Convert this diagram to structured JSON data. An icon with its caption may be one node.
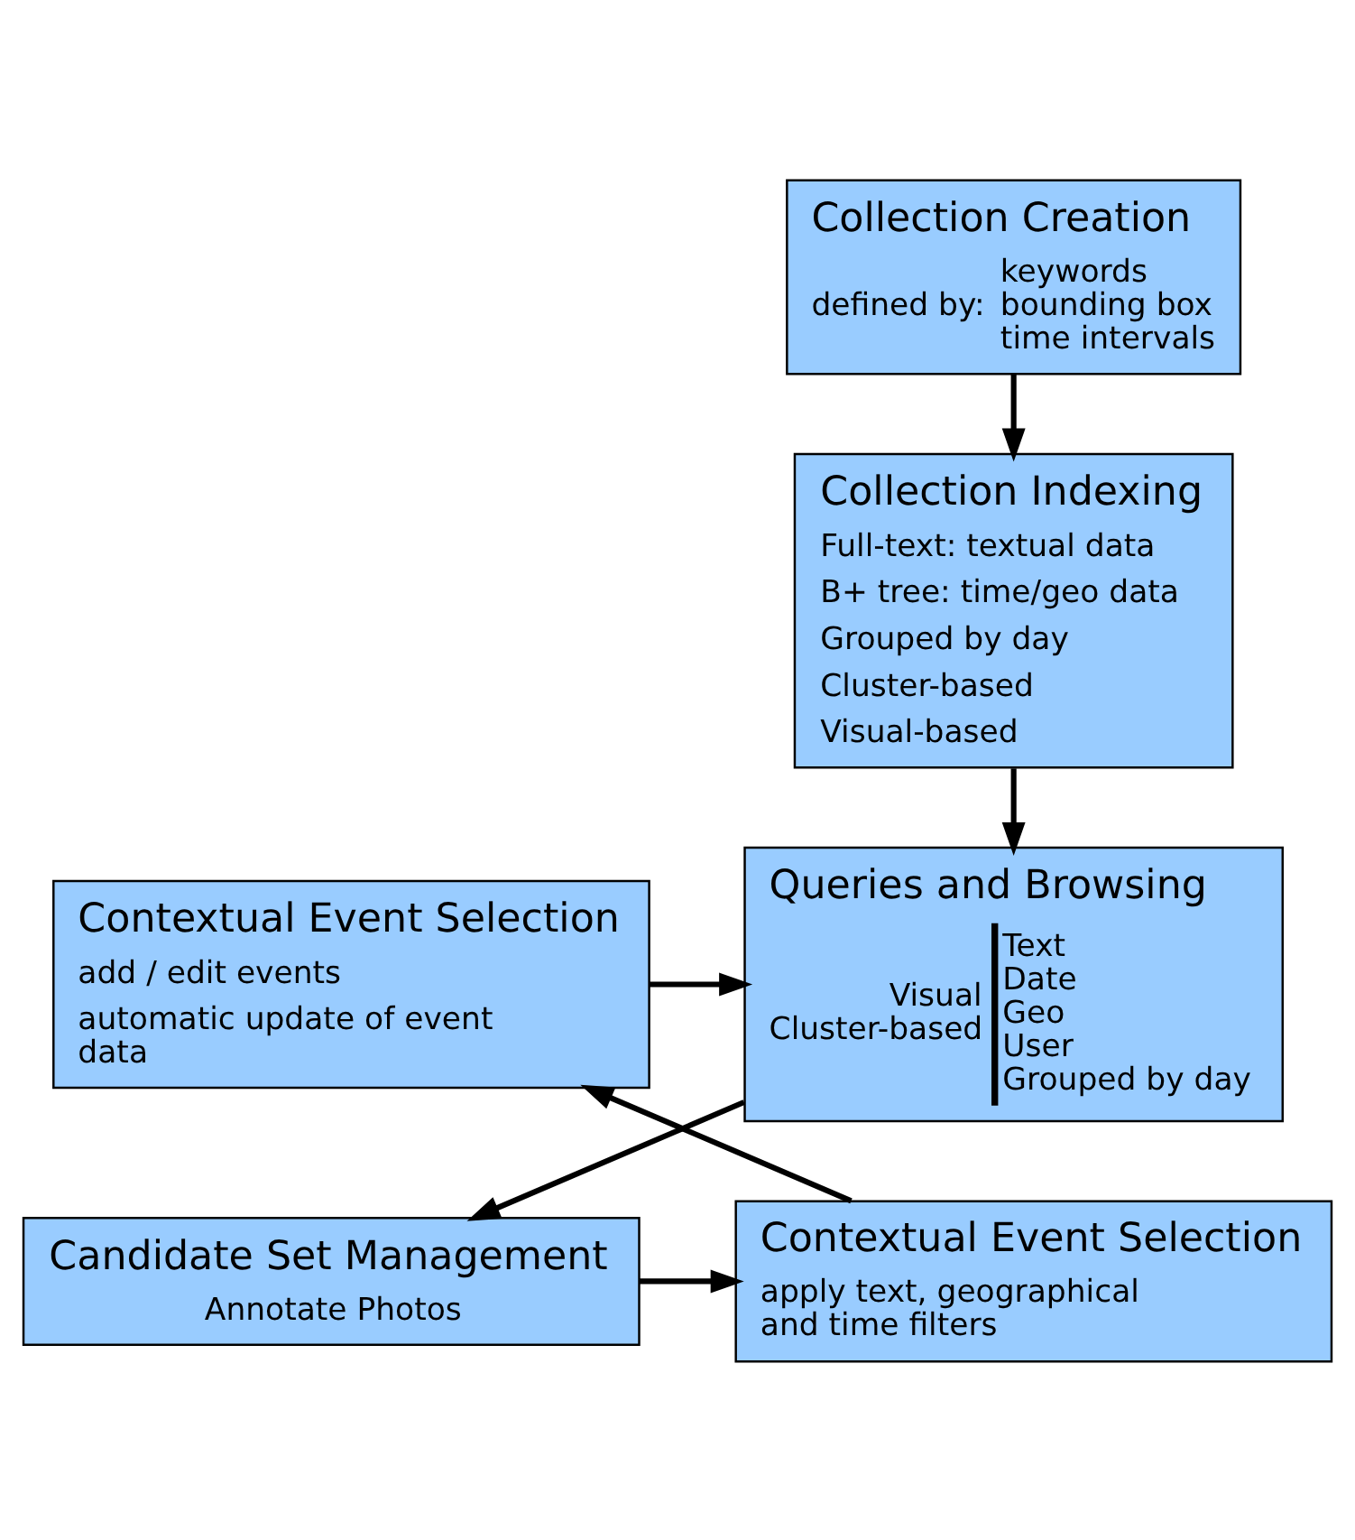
{
  "diagram": {
    "nodes": [
      {
        "text": [
          "Collection Creation",
          "defined by:",
          "keywords",
          "bounding box",
          "time intervals"
        ]
      },
      {
        "text": [
          "Collection Indexing",
          "Full-text: textual data",
          "B+ tree: time/geo data",
          "Grouped by day",
          "Cluster-based",
          "Visual-based"
        ]
      },
      {
        "text": [
          "Queries and Browsing",
          "Visual",
          "Cluster-based",
          "Text",
          "Date",
          "Geo",
          "User",
          "Grouped by day"
        ]
      },
      {
        "text": [
          "Contextual Event Selection",
          "add / edit events",
          "automatic update of event data"
        ]
      },
      {
        "text": [
          "Candidate Set Management",
          "Annotate Photos"
        ]
      },
      {
        "text": [
          "Contextual Event Selection",
          "apply text, geographical and time filters"
        ]
      }
    ],
    "edges": [
      {
        "from": 0,
        "to": 1,
        "arrow": "to"
      },
      {
        "from": 1,
        "to": 2,
        "arrow": "to"
      },
      {
        "from": 3,
        "to": 2,
        "arrow": "to"
      },
      {
        "from": 2,
        "to": 4,
        "arrow": "to"
      },
      {
        "from": 4,
        "to": 5,
        "arrow": "to"
      },
      {
        "from": 5,
        "to": 3,
        "arrow": "to"
      }
    ]
  }
}
